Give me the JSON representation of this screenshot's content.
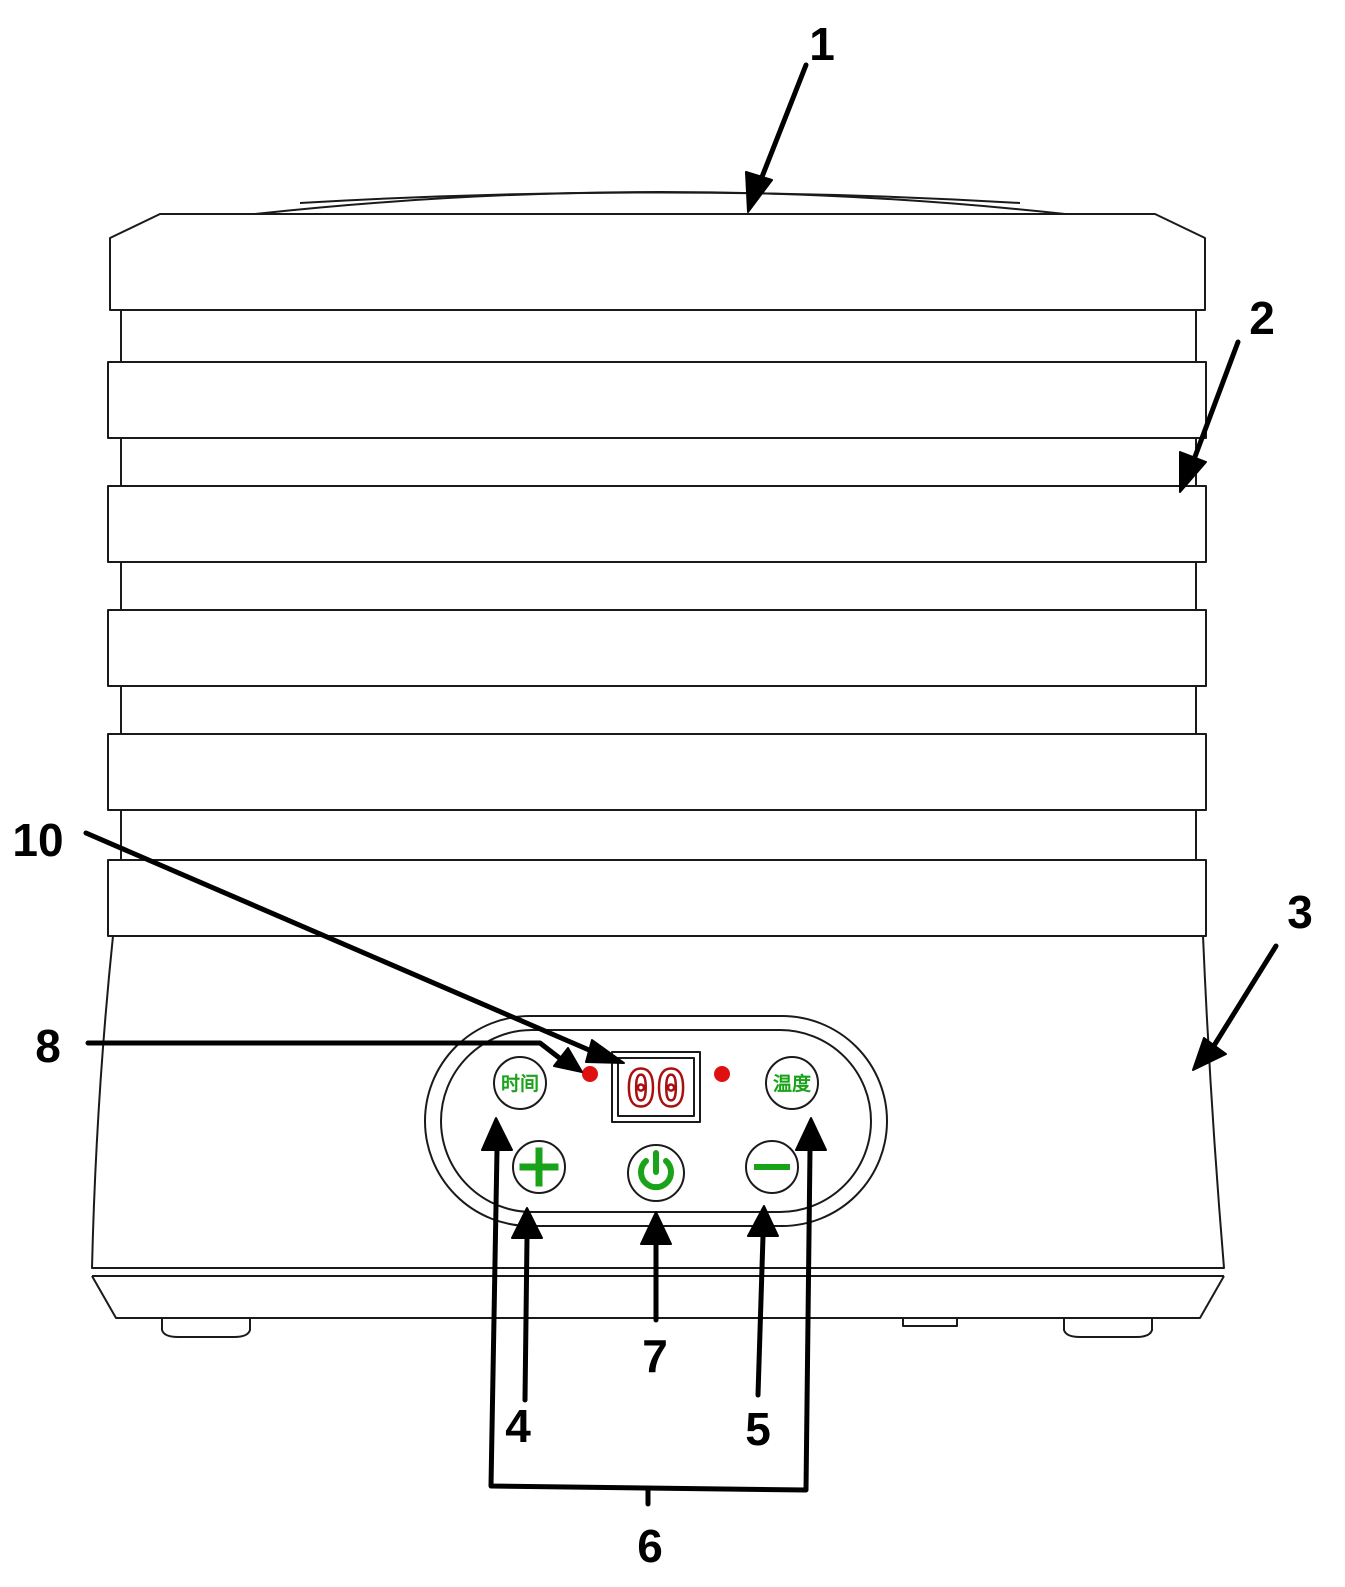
{
  "labels": {
    "lid": "1",
    "tray": "2",
    "base": "3",
    "plus": "4",
    "minus": "5",
    "select": "6",
    "power": "7",
    "indicator": "8",
    "display": "10"
  },
  "control_panel": {
    "time_button": "时间",
    "temp_button": "温度",
    "display_value": "00"
  },
  "colors": {
    "accent_green": "#19a319",
    "indicator_red": "#e01010",
    "display_red": "#a80f0f",
    "outline": "#1a1a1a"
  },
  "icons": {
    "plus": "plus-icon",
    "minus": "minus-icon",
    "power": "power-icon"
  }
}
